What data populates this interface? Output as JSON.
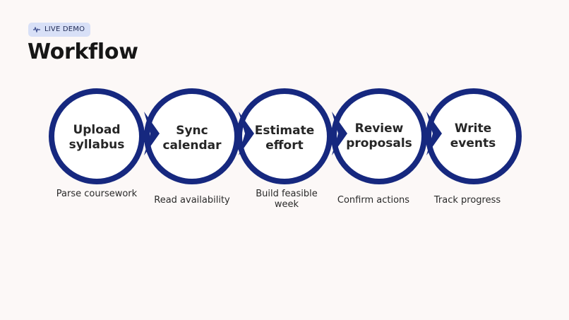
{
  "badge": {
    "label": "LIVE DEMO",
    "icon": "waveform-icon"
  },
  "page": {
    "title": "Workflow"
  },
  "colors": {
    "ring": "#16287f",
    "background": "#fcf8f7",
    "badge": "#d8e0f7"
  },
  "steps": [
    {
      "line1": "Upload",
      "line2": "syllabus",
      "caption": "Parse coursework"
    },
    {
      "line1": "Sync",
      "line2": "calendar",
      "caption": "Read availability"
    },
    {
      "line1": "Estimate",
      "line2": "effort",
      "caption": "Build feasible week"
    },
    {
      "line1": "Review",
      "line2": "proposals",
      "caption": "Confirm actions"
    },
    {
      "line1": "Write",
      "line2": "events",
      "caption": "Track progress"
    }
  ]
}
